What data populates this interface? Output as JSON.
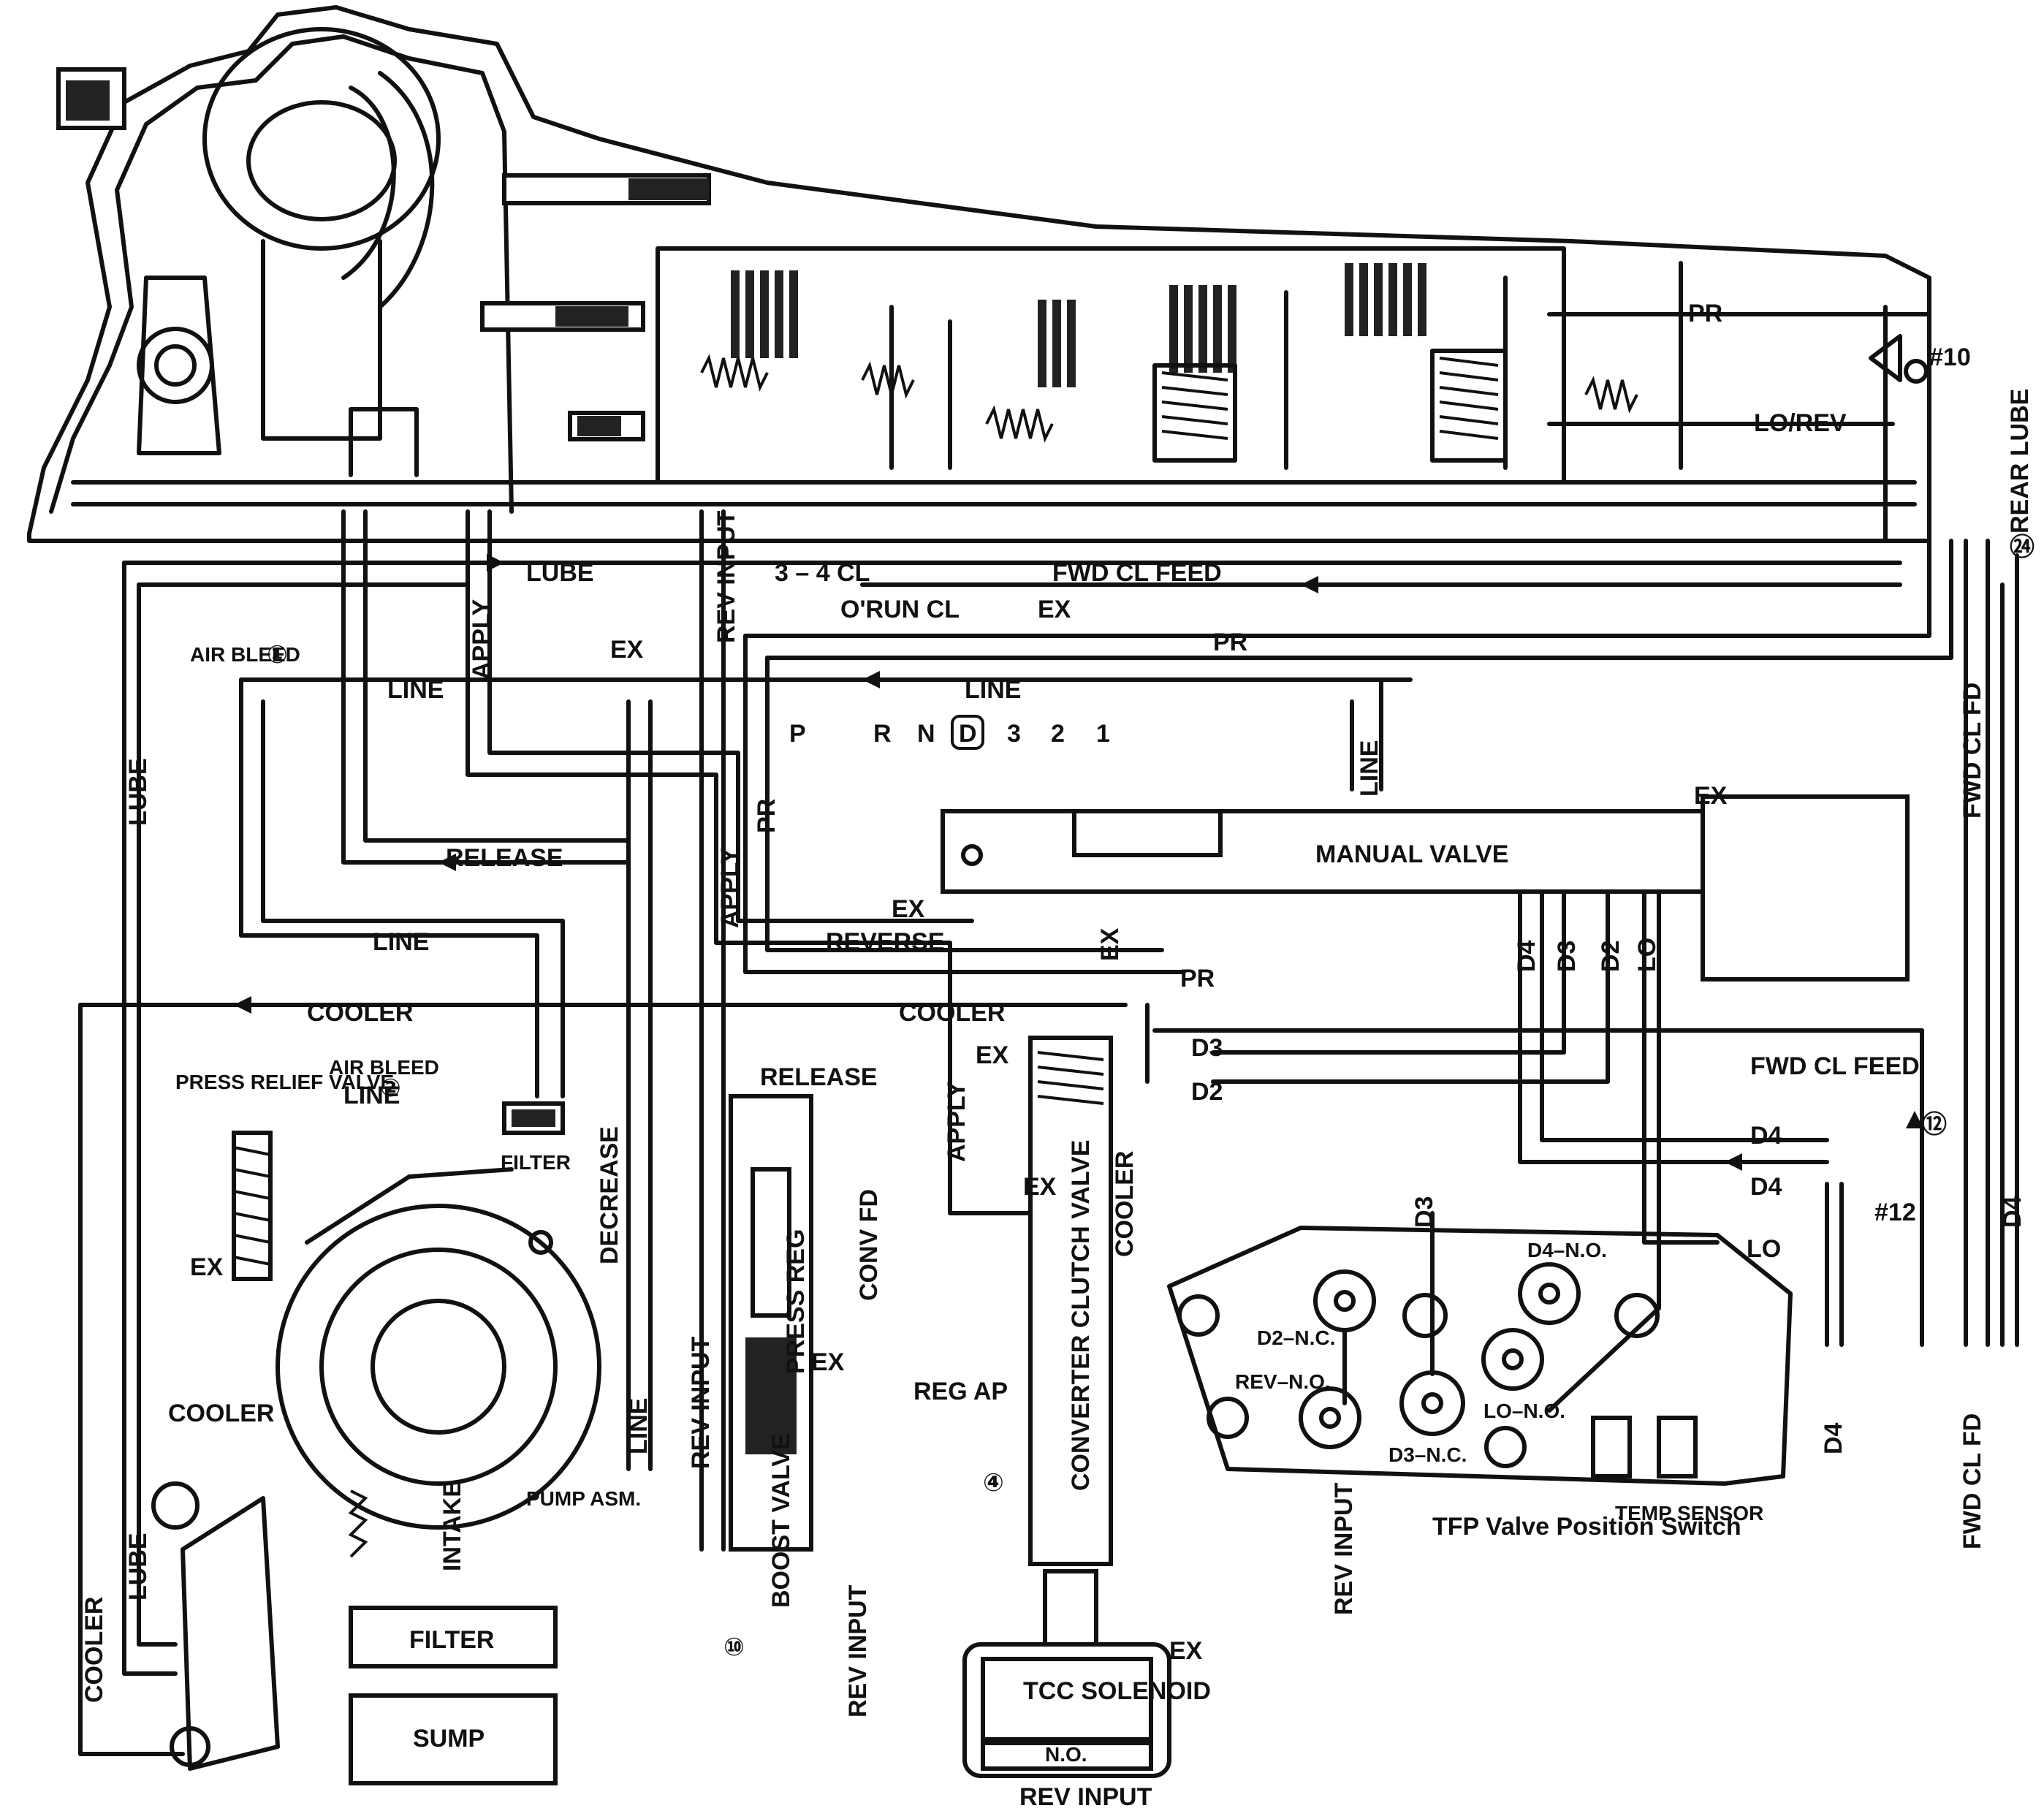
{
  "passages": {
    "lube": "LUBE",
    "apply": "APPLY",
    "line": "LINE",
    "release": "RELEASE",
    "cooler": "COOLER",
    "decrease": "DECREASE",
    "rev_input": "REV INPUT",
    "conv_fd": "CONV FD",
    "reg_ap": "REG AP",
    "pr": "PR",
    "lo_rev": "LO/REV",
    "rear_lube": "REAR LUBE",
    "fwd_cl_fd": "FWD CL FD",
    "fwd_cl_feed": "FWD CL FEED",
    "cl_34": "3 – 4 CL",
    "orun_cl": "O'RUN CL",
    "ex": "EX",
    "reverse": "REVERSE",
    "d4": "D4",
    "d3": "D3",
    "d2": "D2",
    "lo": "LO"
  },
  "components": {
    "manual_valve": "MANUAL VALVE",
    "press_reg": "PRESS REG",
    "boost_valve": "BOOST VALVE",
    "converter_clutch_valve": "CONVERTER CLUTCH VALVE",
    "tcc_solenoid": "TCC SOLENOID",
    "tcc_no": "N.O.",
    "filter": "FILTER",
    "sump": "SUMP",
    "cooler": "COOLER",
    "pump_asm": "PUMP ASM.",
    "intake": "INTAKE",
    "press_relief_valve": "PRESS RELIEF VALVE",
    "air_bleed": "AIR BLEED",
    "tfp_switch": "TFP Valve Position Switch",
    "temp_sensor": "TEMP SENSOR",
    "d2_nc": "D2–N.C.",
    "rev_no": "REV–N.O.",
    "d3_nc": "D3–N.C.",
    "lo_no": "LO–N.O.",
    "d4_no": "D4–N.O."
  },
  "checkballs": {
    "c1": "①",
    "c2": "②",
    "c4": "④",
    "c10": "⑩",
    "c12": "⑫",
    "c24": "㉔",
    "n10": "#10",
    "n12": "#12"
  },
  "selector": [
    "P",
    "R",
    "N",
    "D",
    "3",
    "2",
    "1"
  ],
  "colors": {
    "ink": "#111111",
    "paper": "#ffffff"
  }
}
